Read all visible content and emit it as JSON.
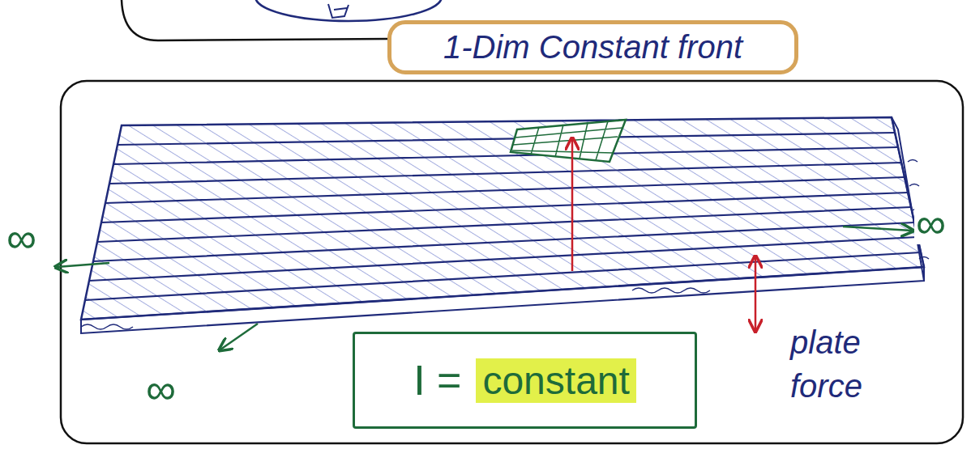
{
  "diagram": {
    "nodes": [
      {
        "text": [
          "1-Dim Constant front"
        ]
      },
      {
        "text": [
          "I =",
          "constant"
        ]
      }
    ],
    "labels": [
      "∞",
      "∞",
      "∞",
      "plate force"
    ]
  }
}
